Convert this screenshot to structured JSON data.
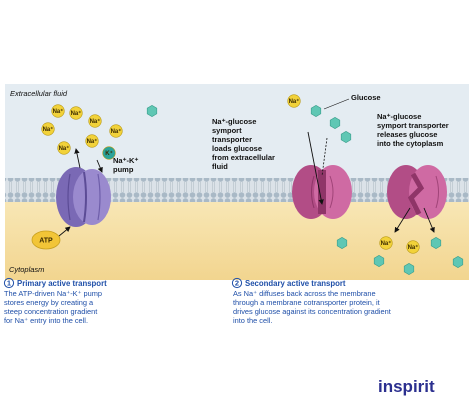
{
  "zones": {
    "extracellular": "Extracellular fluid",
    "cytoplasm": "Cytoplasm"
  },
  "labels": {
    "pump": [
      "Na⁺-K⁺",
      "pump"
    ],
    "atp": "ATP",
    "glucose": "Glucose",
    "symport_load": [
      "Na⁺-glucose",
      "symport",
      "transporter",
      "loads glucose",
      "from extracellular",
      "fluid"
    ],
    "symport_release": [
      "Na⁺-glucose",
      "symport transporter",
      "releases glucose",
      "into the cytoplasm"
    ]
  },
  "ions": {
    "na": "Na⁺",
    "k": "K⁺"
  },
  "captions": {
    "primary": {
      "number": "1",
      "title": "Primary active transport",
      "lines": [
        "The ATP-driven Na⁺-K⁺ pump",
        "stores energy by creating a",
        "steep concentration gradient",
        "for Na⁺ entry into the cell."
      ]
    },
    "secondary": {
      "number": "2",
      "title": "Secondary active transport",
      "lines": [
        "As Na⁺ diffuses back across the membrane",
        "through a membrane cotransporter protein, it",
        "drives glucose against its concentration gradient",
        "into the cell."
      ]
    }
  },
  "brand": "inspirit",
  "colors": {
    "extracellular": "#e4ecf2",
    "cytoplasm": "#f6e0a8",
    "membrane_head": "#a9b9c6",
    "pump": "#8d7cc4",
    "symporter": "#c45f97",
    "na_ion": "#f2d23a",
    "k_ion": "#2ba39a",
    "glucose": "#5fc7b4",
    "caption": "#1f4fa8",
    "brand": "#2b2f8f"
  }
}
